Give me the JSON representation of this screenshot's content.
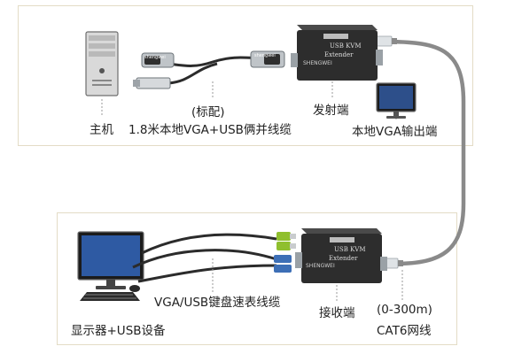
{
  "labels": {
    "host": "主机",
    "standard": "(标配)",
    "cable_top": "1.8米本地VGA+USB俩并线缆",
    "transmitter": "发射端",
    "local_vga": "本地VGA输出端",
    "monitor_usb": "显示器+USB设备",
    "cable_bottom": "VGA/USB键盘速表线缆",
    "receiver": "接收端",
    "distance": "(0-300m)",
    "cat6": "CAT6网线"
  },
  "device_text": {
    "product_line1": "USB KVM",
    "product_line2": "Extender",
    "brand": "SHENGWEI",
    "cable_brand": "shengwei"
  },
  "colors": {
    "panel_border": "#e3dcc6",
    "device_body": "#2d2d2d",
    "cable": "#8a8a8a",
    "connector_blue": "#3d6fb6",
    "connector_green": "#8fbf2e"
  }
}
